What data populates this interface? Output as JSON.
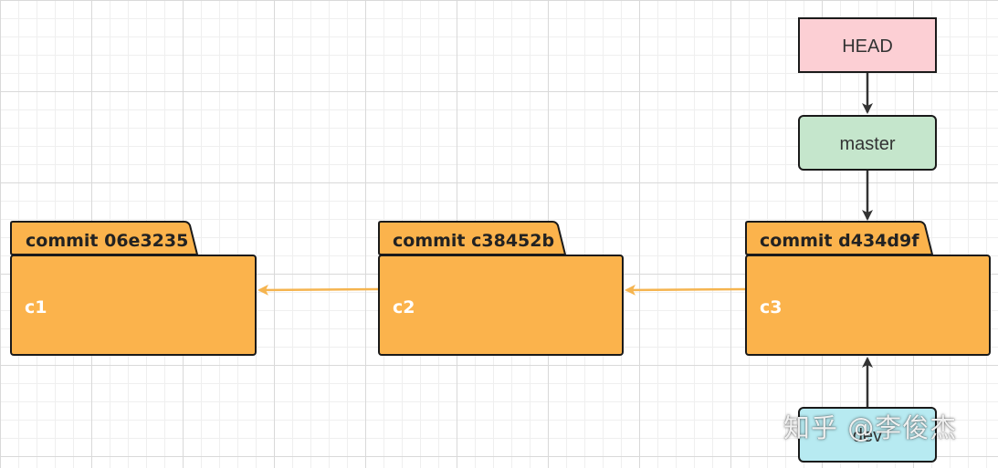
{
  "commits": [
    {
      "title": "commit 06e3235",
      "label": "c1"
    },
    {
      "title": "commit c38452b",
      "label": "c2"
    },
    {
      "title": "commit d434d9f",
      "label": "c3"
    }
  ],
  "refs": {
    "head": "HEAD",
    "master": "master",
    "dev": "dev"
  },
  "watermark": "知乎 @李俊杰",
  "colors": {
    "folder_fill": "#fbb34c",
    "folder_stroke": "#1a1a1a",
    "parent_arrow": "#f5b44f",
    "ref_arrow": "#333333",
    "head_fill": "#fccfd4",
    "master_fill": "#c5e6cc",
    "dev_fill": "#b7eaf1"
  }
}
